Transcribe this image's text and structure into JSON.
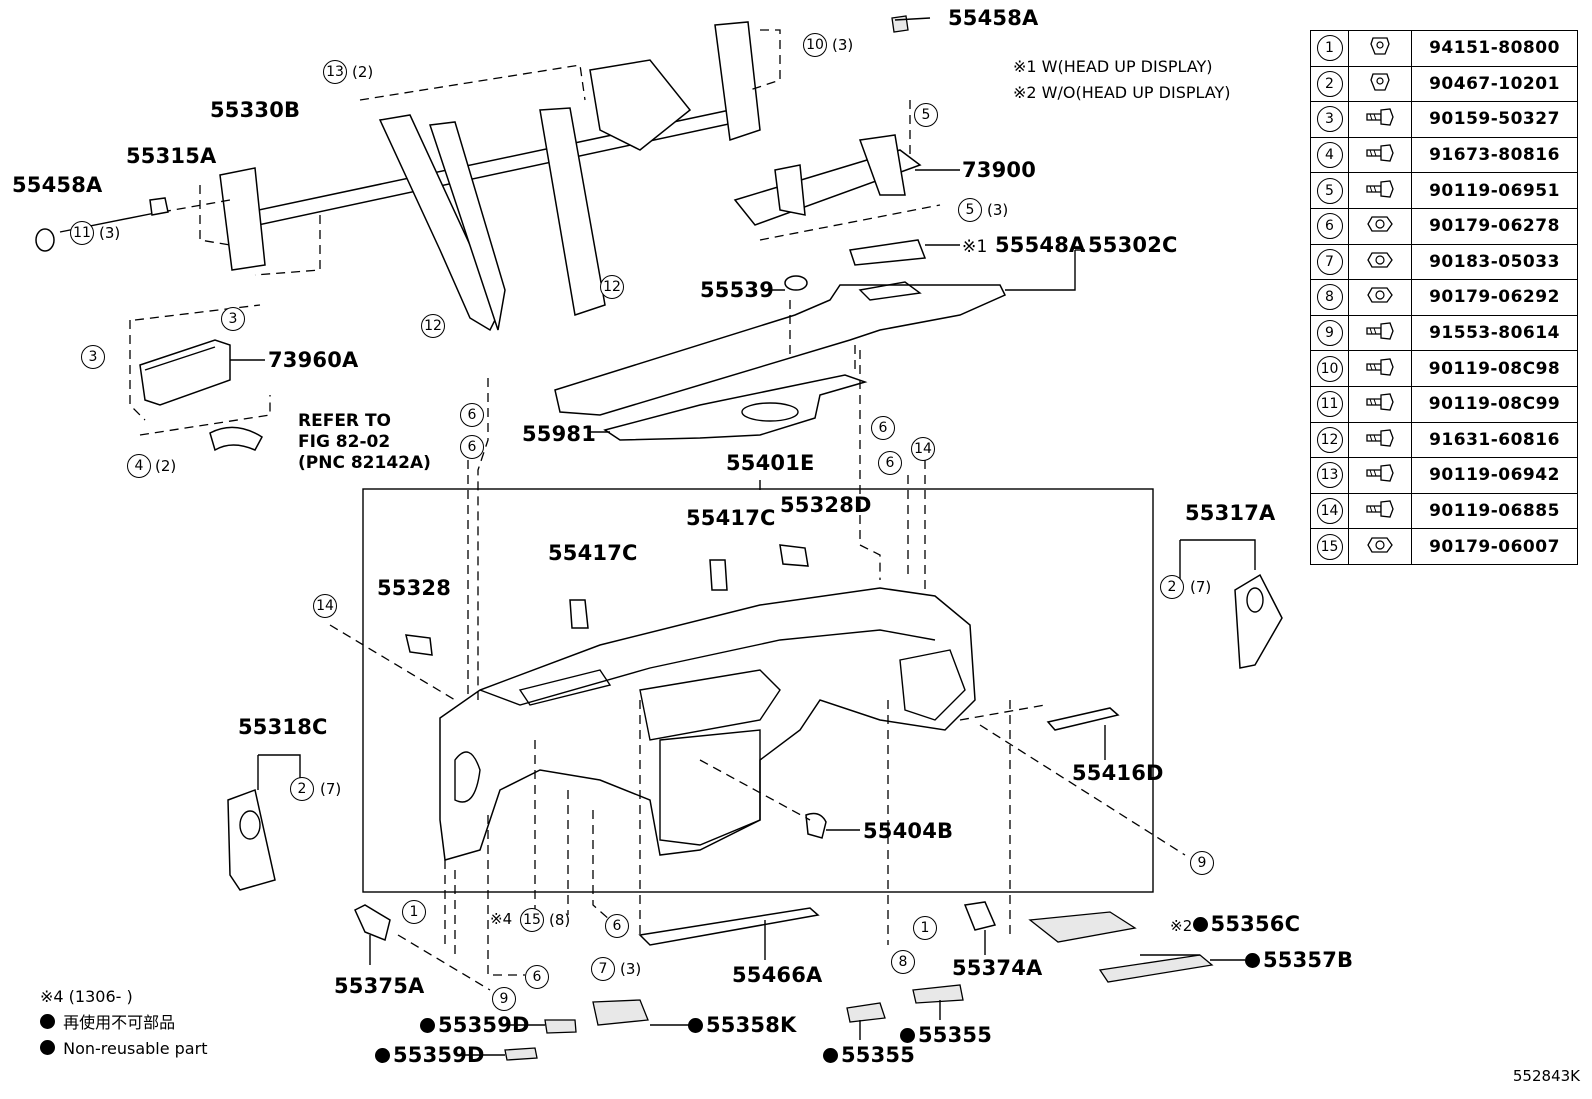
{
  "parts": {
    "p55458A_top": "55458A",
    "p55458A_left": "55458A",
    "p55330B": "55330B",
    "p55315A": "55315A",
    "p73900": "73900",
    "p55548A": "55548A",
    "p55302C": "55302C",
    "p55539": "55539",
    "p73960A": "73960A",
    "p55981": "55981",
    "p55401E": "55401E",
    "p55328D": "55328D",
    "p55417C_a": "55417C",
    "p55417C_b": "55417C",
    "p55328": "55328",
    "p55317A": "55317A",
    "p55318C": "55318C",
    "p55416D": "55416D",
    "p55404B": "55404B",
    "p55375A": "55375A",
    "p55466A": "55466A",
    "p55374A": "55374A",
    "p55356C": "55356C",
    "p55357B": "55357B",
    "p55359D_a": "55359D",
    "p55359D_b": "55359D",
    "p55358K": "55358K",
    "p55355_a": "55355",
    "p55355_b": "55355"
  },
  "notes": {
    "hud1": "※1  W(HEAD UP DISPLAY)",
    "hud2": "※2  W/O(HEAD UP DISPLAY)",
    "refer1": "REFER TO",
    "refer2": "FIG 82-02",
    "refer3": "(PNC 82142A)",
    "mark1": "※1",
    "mark2": "※2",
    "mark4": "※4",
    "mark4_range": "※4 (1306-        )",
    "legend_jp": "再使用不可部品",
    "legend_en": "Non-reusable part",
    "diagram_code": "552843K"
  },
  "hardware": [
    {
      "ref": "1",
      "icon": "clip-icon",
      "part": "94151-80800"
    },
    {
      "ref": "2",
      "icon": "clip-icon",
      "part": "90467-10201"
    },
    {
      "ref": "3",
      "icon": "bolt-icon",
      "part": "90159-50327"
    },
    {
      "ref": "4",
      "icon": "bolt-icon",
      "part": "91673-80816"
    },
    {
      "ref": "5",
      "icon": "bolt-icon",
      "part": "90119-06951"
    },
    {
      "ref": "6",
      "icon": "nut-icon",
      "part": "90179-06278"
    },
    {
      "ref": "7",
      "icon": "nut-icon",
      "part": "90183-05033"
    },
    {
      "ref": "8",
      "icon": "nut-icon",
      "part": "90179-06292"
    },
    {
      "ref": "9",
      "icon": "bolt-icon",
      "part": "91553-80614"
    },
    {
      "ref": "10",
      "icon": "bolt-icon",
      "part": "90119-08C98"
    },
    {
      "ref": "11",
      "icon": "bolt-icon",
      "part": "90119-08C99"
    },
    {
      "ref": "12",
      "icon": "bolt-icon",
      "part": "91631-60816"
    },
    {
      "ref": "13",
      "icon": "bolt-icon",
      "part": "90119-06942"
    },
    {
      "ref": "14",
      "icon": "bolt-icon",
      "part": "90119-06885"
    },
    {
      "ref": "15",
      "icon": "nut-icon",
      "part": "90179-06007"
    }
  ],
  "callouts": {
    "c1": "1",
    "c2": "2",
    "c3": "3",
    "c4": "4",
    "c5": "5",
    "c6": "6",
    "c7": "7",
    "c8": "8",
    "c9": "9",
    "c10": "10",
    "c11": "11",
    "c12": "12",
    "c13": "13",
    "c14": "14",
    "c15": "15"
  },
  "quantities": {
    "q2": "(2)",
    "q3": "(3)",
    "q7": "(7)",
    "q8": "(8)"
  }
}
